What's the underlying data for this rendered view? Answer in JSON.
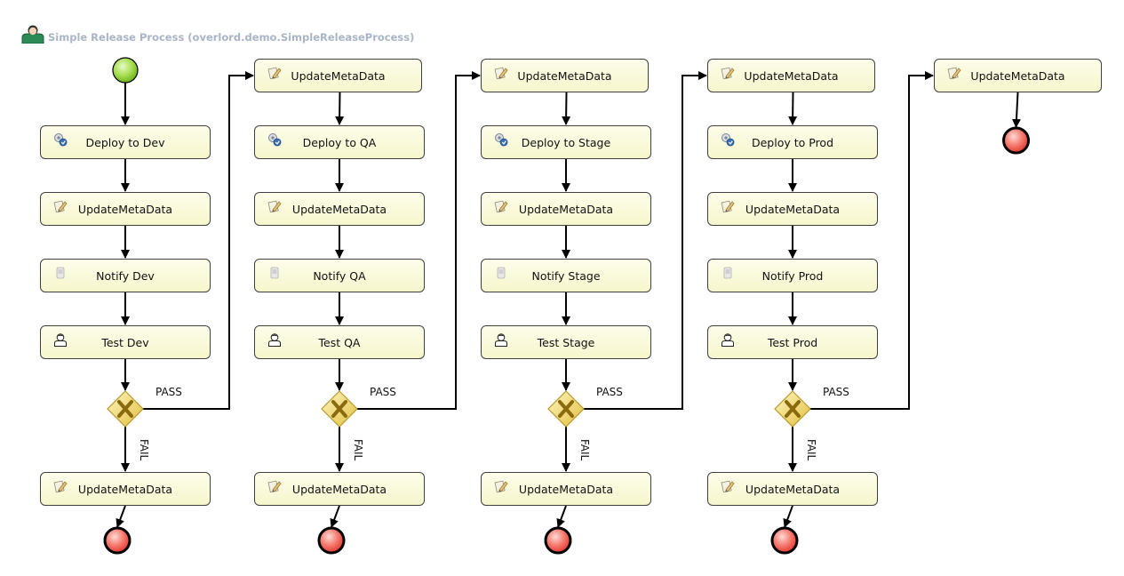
{
  "process": {
    "title": "Simple Release Process (overlord.demo.SimpleReleaseProcess)",
    "title_color": "#a9b4c6",
    "title_icon": "user-icon"
  },
  "labels": {
    "pass": "PASS",
    "fail": "FAIL"
  },
  "stages": [
    {
      "name": "Dev",
      "steps": [
        {
          "label": "Deploy to Dev",
          "icon": "deploy-icon"
        },
        {
          "label": "UpdateMetaData",
          "icon": "script-icon"
        },
        {
          "label": "Notify Dev",
          "icon": "notify-icon"
        },
        {
          "label": "Test Dev",
          "icon": "human-task-icon"
        }
      ],
      "fail_task": {
        "label": "UpdateMetaData",
        "icon": "script-icon"
      }
    },
    {
      "name": "QA",
      "pre_task": {
        "label": "UpdateMetaData",
        "icon": "script-icon"
      },
      "steps": [
        {
          "label": "Deploy to QA",
          "icon": "deploy-icon"
        },
        {
          "label": "UpdateMetaData",
          "icon": "script-icon"
        },
        {
          "label": "Notify QA",
          "icon": "notify-icon"
        },
        {
          "label": "Test QA",
          "icon": "human-task-icon"
        }
      ],
      "fail_task": {
        "label": "UpdateMetaData",
        "icon": "script-icon"
      }
    },
    {
      "name": "Stage",
      "pre_task": {
        "label": "UpdateMetaData",
        "icon": "script-icon"
      },
      "steps": [
        {
          "label": "Deploy to Stage",
          "icon": "deploy-icon"
        },
        {
          "label": "UpdateMetaData",
          "icon": "script-icon"
        },
        {
          "label": "Notify Stage",
          "icon": "notify-icon"
        },
        {
          "label": "Test Stage",
          "icon": "human-task-icon"
        }
      ],
      "fail_task": {
        "label": "UpdateMetaData",
        "icon": "script-icon"
      }
    },
    {
      "name": "Prod",
      "pre_task": {
        "label": "UpdateMetaData",
        "icon": "script-icon"
      },
      "steps": [
        {
          "label": "Deploy to Prod",
          "icon": "deploy-icon"
        },
        {
          "label": "UpdateMetaData",
          "icon": "script-icon"
        },
        {
          "label": "Notify Prod",
          "icon": "notify-icon"
        },
        {
          "label": "Test Prod",
          "icon": "human-task-icon"
        }
      ],
      "fail_task": {
        "label": "UpdateMetaData",
        "icon": "script-icon"
      }
    }
  ],
  "final_task": {
    "label": "UpdateMetaData",
    "icon": "script-icon"
  },
  "colors": {
    "task_fill_top": "#fdfdea",
    "task_fill_bottom": "#f6f6cd",
    "task_border": "#404040",
    "start_event": "#8fd23a",
    "end_event": "#f04a42",
    "gateway": "#e8c94a",
    "edge": "#000000"
  }
}
